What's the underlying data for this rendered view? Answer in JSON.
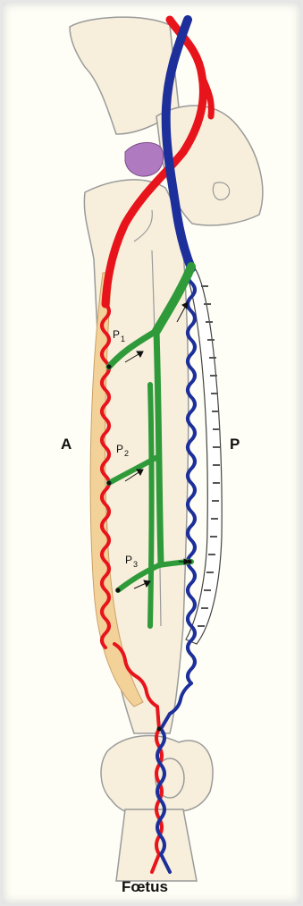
{
  "labels": {
    "left": "A",
    "right": "P",
    "p1": "P",
    "p1_sub": "1",
    "p2": "P",
    "p2_sub": "2",
    "p3": "P",
    "p3_sub": "3",
    "caption": "Fœtus"
  },
  "colors": {
    "artery": "#e8141b",
    "vein": "#1d2f9a",
    "perforator": "#2e9a3a",
    "bone_fill": "#f7efdc",
    "bone_stroke": "#9a9a9a",
    "anterior_band": "#f3d29a",
    "nerve": "#b07ac0"
  }
}
